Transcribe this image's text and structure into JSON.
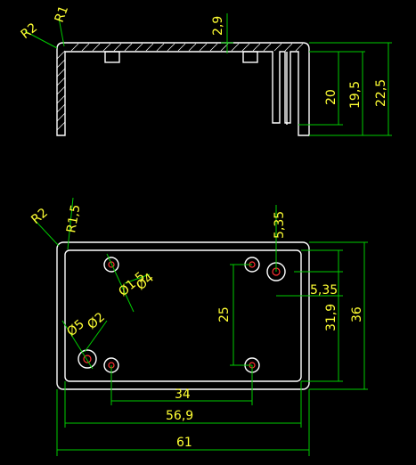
{
  "colors": {
    "background": "#000000",
    "outline": "#ffffff",
    "dimension": "#00cc00",
    "text": "#ffff33",
    "holes": "#ff3333"
  },
  "side_view": {
    "labels": {
      "r_outer": "R2",
      "r_inner": "R1",
      "wall_thickness": "2,9",
      "h_inner": "20",
      "h_mid": "19,5",
      "h_total": "22,5"
    }
  },
  "top_view": {
    "labels": {
      "r_outer": "R2",
      "r_inner": "R1,5",
      "offset_y": "5,35",
      "offset_x": "5,35",
      "hole_dia_small": "Ø4",
      "hole_dia_small2": "Ø1,5",
      "hole_dia_large": "Ø5",
      "hole_dia_large2": "Ø2",
      "spacing_vertical": "25",
      "spacing_31": "31,9",
      "height_total": "36",
      "spacing_34": "34",
      "spacing_56": "56,9",
      "width_total": "61"
    }
  }
}
